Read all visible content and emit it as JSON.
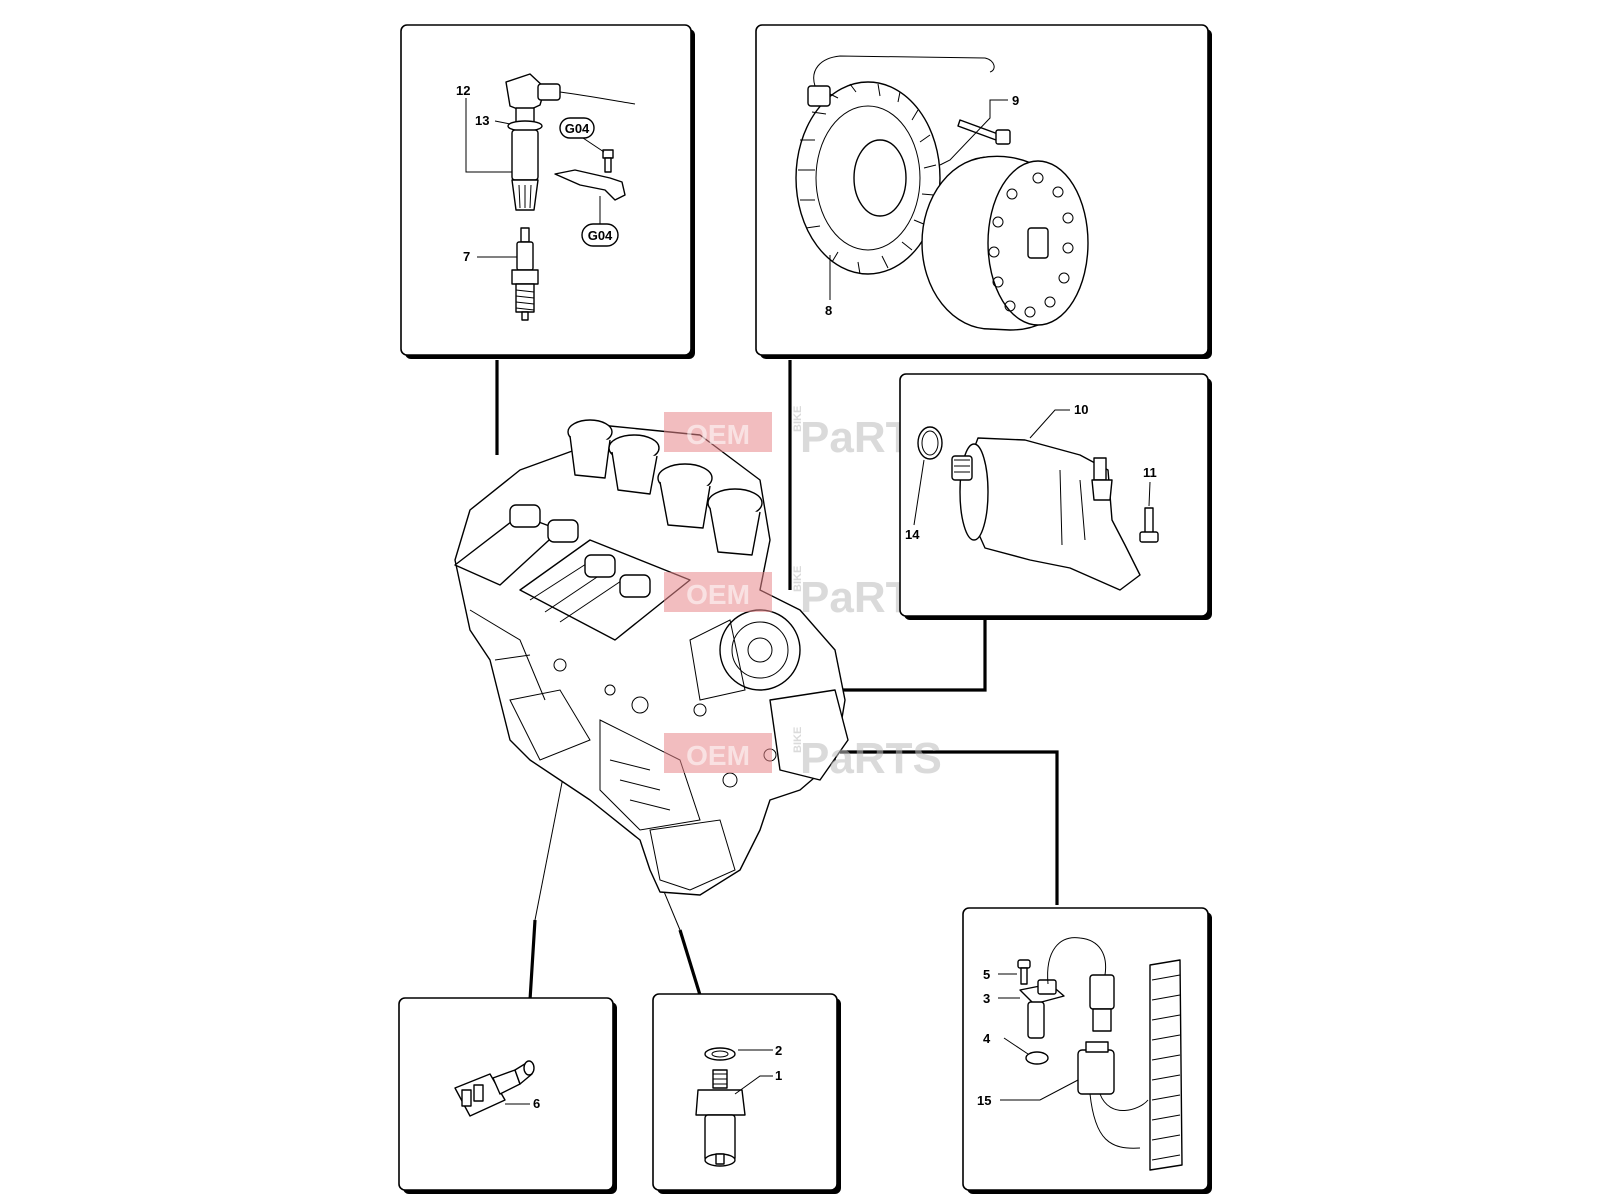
{
  "watermark": {
    "word1": "OEM",
    "word2": "BIKE",
    "word3": "PaRTS",
    "colors": {
      "red": "#e8868a",
      "gray": "#bdbdbd"
    }
  },
  "callouts": {
    "ignition": {
      "coil_top": "12",
      "coil_oring": "13",
      "spark_plug": "7",
      "group_ref_1": "G04",
      "group_ref_2": "G04"
    },
    "alternator": {
      "stator_rotor": "8",
      "bolt": "9"
    },
    "starter": {
      "motor": "10",
      "bolt": "11",
      "oring": "14"
    },
    "temp_sensor": {
      "sensor": "6"
    },
    "oil_pressure": {
      "switch": "1",
      "washer": "2"
    },
    "pickup": {
      "sensor": "3",
      "oring": "4",
      "screw": "5",
      "harness": "15"
    }
  }
}
